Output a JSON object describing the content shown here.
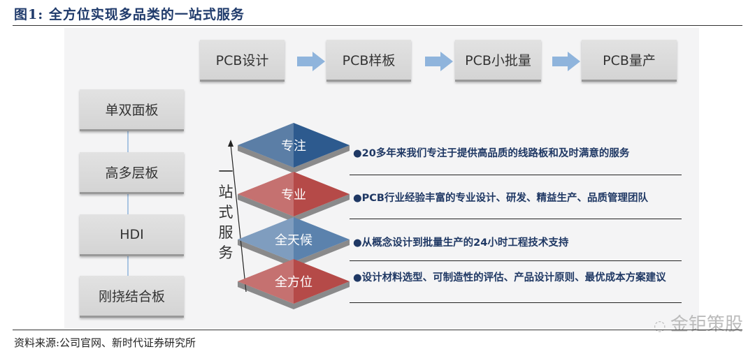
{
  "title": "图1:  全方位实现多品类的一站式服务",
  "flow": [
    "PCB设计",
    "PCB样板",
    "PCB小批量",
    "PCB量产"
  ],
  "products": [
    "单双面板",
    "高多层板",
    "HDI",
    "刚挠结合板"
  ],
  "vertical_label": "一站式服务",
  "layers": [
    {
      "label": "专注",
      "text": "●20多年来我们专注于提供高品质的线路板和及时满意的服务",
      "color": "#2d5a8e"
    },
    {
      "label": "专业",
      "text": "●PCB行业经验丰富的专业设计、研发、精益生产、品质管理团队",
      "color": "#b54a48"
    },
    {
      "label": "全天候",
      "text": "●从概念设计到批量生产的24小时工程技术支持",
      "color": "#5b82ad"
    },
    {
      "label": "全方位",
      "text": "●设计材料选型、可制造性的评估、产品设计原则、最优成本方案建议",
      "color": "#b54a48"
    }
  ],
  "watermark": "金钜策股",
  "source": "资料来源:公司官网、新时代证券研究所"
}
